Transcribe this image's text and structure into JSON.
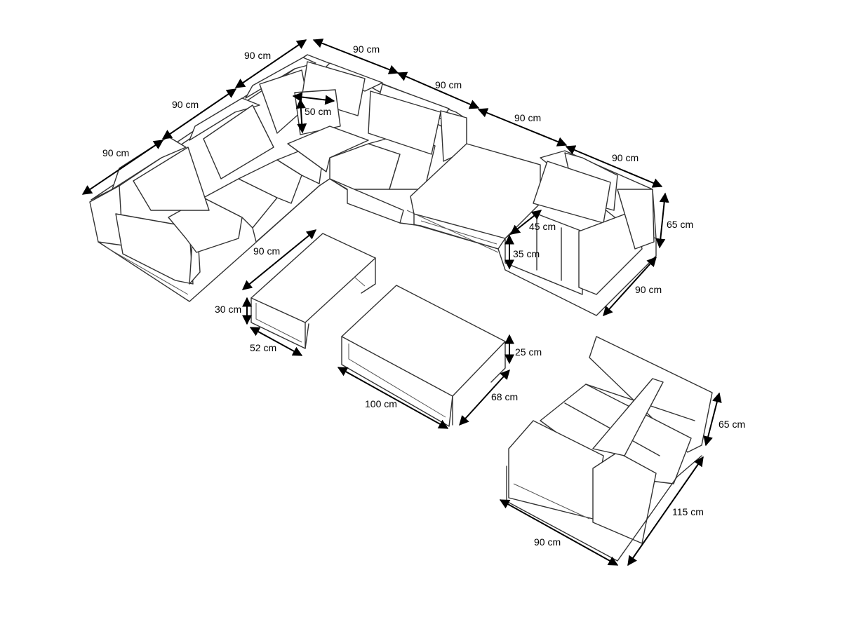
{
  "dimension_labels": {
    "back_left_1": "90 cm",
    "back_left_2": "90 cm",
    "back_left_3": "90 cm",
    "back_top_1": "90 cm",
    "back_top_2": "90 cm",
    "back_top_3": "90 cm",
    "back_top_4": "90 cm",
    "pillow_size": "50 cm",
    "sofa_height": "65 cm",
    "backrest_height": "45 cm",
    "seat_height": "35 cm",
    "sofa_depth": "90 cm",
    "side_table_length": "90 cm",
    "side_table_height": "30 cm",
    "side_table_depth": "52 cm",
    "coffee_table_height": "25 cm",
    "coffee_table_length": "100 cm",
    "coffee_table_depth": "68 cm",
    "lounger_height": "65 cm",
    "lounger_length": "115 cm",
    "lounger_width": "90 cm"
  },
  "colors": {
    "line": "#333333",
    "dimension": "#000000",
    "background": "#ffffff"
  }
}
